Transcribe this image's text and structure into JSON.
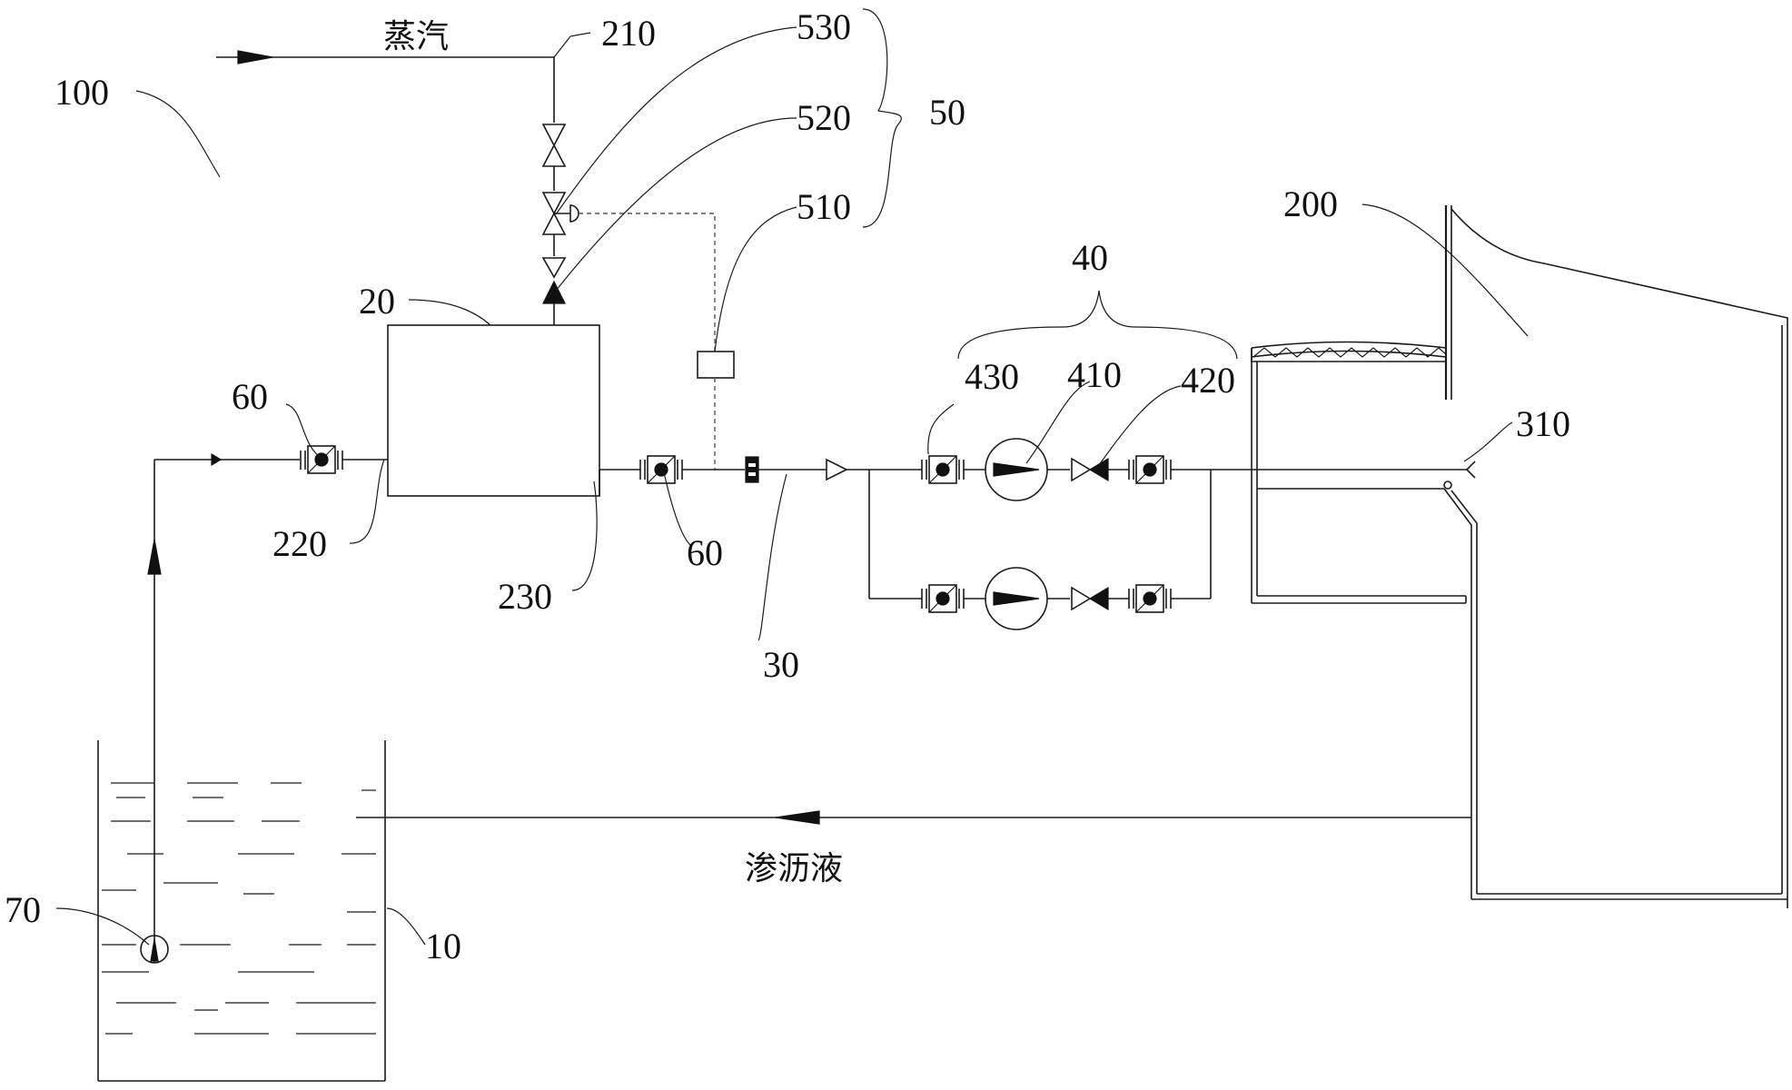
{
  "labels": {
    "steam": "蒸汽",
    "leachate": "渗沥液",
    "n100": "100",
    "n210": "210",
    "n530": "530",
    "n520": "520",
    "n50": "50",
    "n510": "510",
    "n200": "200",
    "n40": "40",
    "n20": "20",
    "n60a": "60",
    "n60b": "60",
    "n430": "430",
    "n410": "410",
    "n420": "420",
    "n310": "310",
    "n220": "220",
    "n230": "230",
    "n30": "30",
    "n70": "70",
    "n10": "10"
  }
}
